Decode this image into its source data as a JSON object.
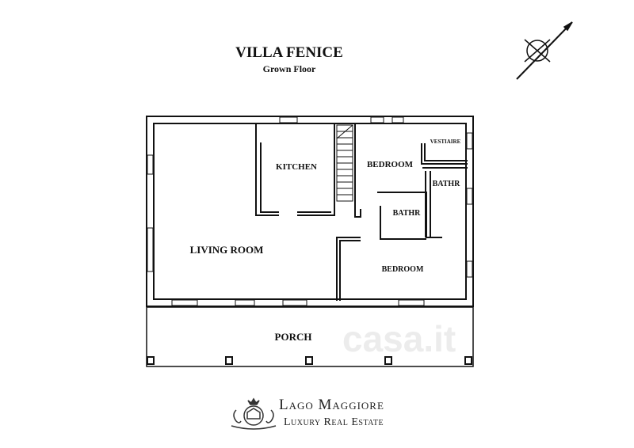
{
  "header": {
    "title": "VILLA FENICE",
    "subtitle": "Grown Floor"
  },
  "rooms": {
    "kitchen": "KITCHEN",
    "bedroom_north": "BEDROOM",
    "vestiaire": "VESTIAIRE",
    "bathroom_east": "BATHR",
    "bathroom_center": "BATHR",
    "living_room": "LIVING ROOM",
    "bedroom_south": "BEDROOM",
    "porch": "PORCH"
  },
  "brand": {
    "line1": "Lago Maggiore",
    "line2": "Luxury Real Estate"
  },
  "watermark": "casa.it",
  "colors": {
    "ink": "#111111",
    "watermark": "#e6e6e6"
  }
}
